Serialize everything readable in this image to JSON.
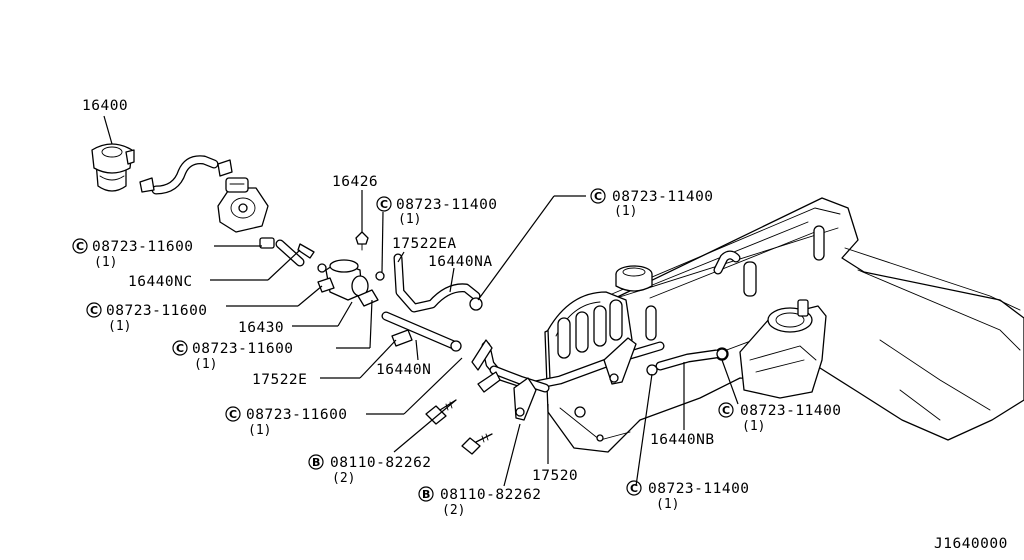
{
  "diagram_code": "J1640000",
  "part_numbers": {
    "filter": "16400",
    "bolt_small": "16426",
    "hose_nc": "16440NC",
    "solenoid": "16430",
    "tube_e": "17522E",
    "hose_n": "16440N",
    "tube_ea": "17522EA",
    "hose_na": "16440NA",
    "fuel_tube": "17520",
    "hose_nb": "16440NB"
  },
  "clamps": {
    "c1": {
      "prefix": "C",
      "number": "08723-11600",
      "qty": "(1)"
    },
    "c2": {
      "prefix": "C",
      "number": "08723-11600",
      "qty": "(1)"
    },
    "c3": {
      "prefix": "C",
      "number": "08723-11600",
      "qty": "(1)"
    },
    "c4": {
      "prefix": "C",
      "number": "08723-11600",
      "qty": "(1)"
    },
    "c5": {
      "prefix": "C",
      "number": "08723-11400",
      "qty": "(1)"
    },
    "c6": {
      "prefix": "C",
      "number": "08723-11400",
      "qty": "(1)"
    },
    "c7": {
      "prefix": "C",
      "number": "08723-11400",
      "qty": "(1)"
    },
    "c8": {
      "prefix": "C",
      "number": "08723-11400",
      "qty": "(1)"
    }
  },
  "bolts": {
    "b1": {
      "prefix": "B",
      "number": "08110-82262",
      "qty": "(2)"
    },
    "b2": {
      "prefix": "B",
      "number": "08110-82262",
      "qty": "(2)"
    }
  }
}
